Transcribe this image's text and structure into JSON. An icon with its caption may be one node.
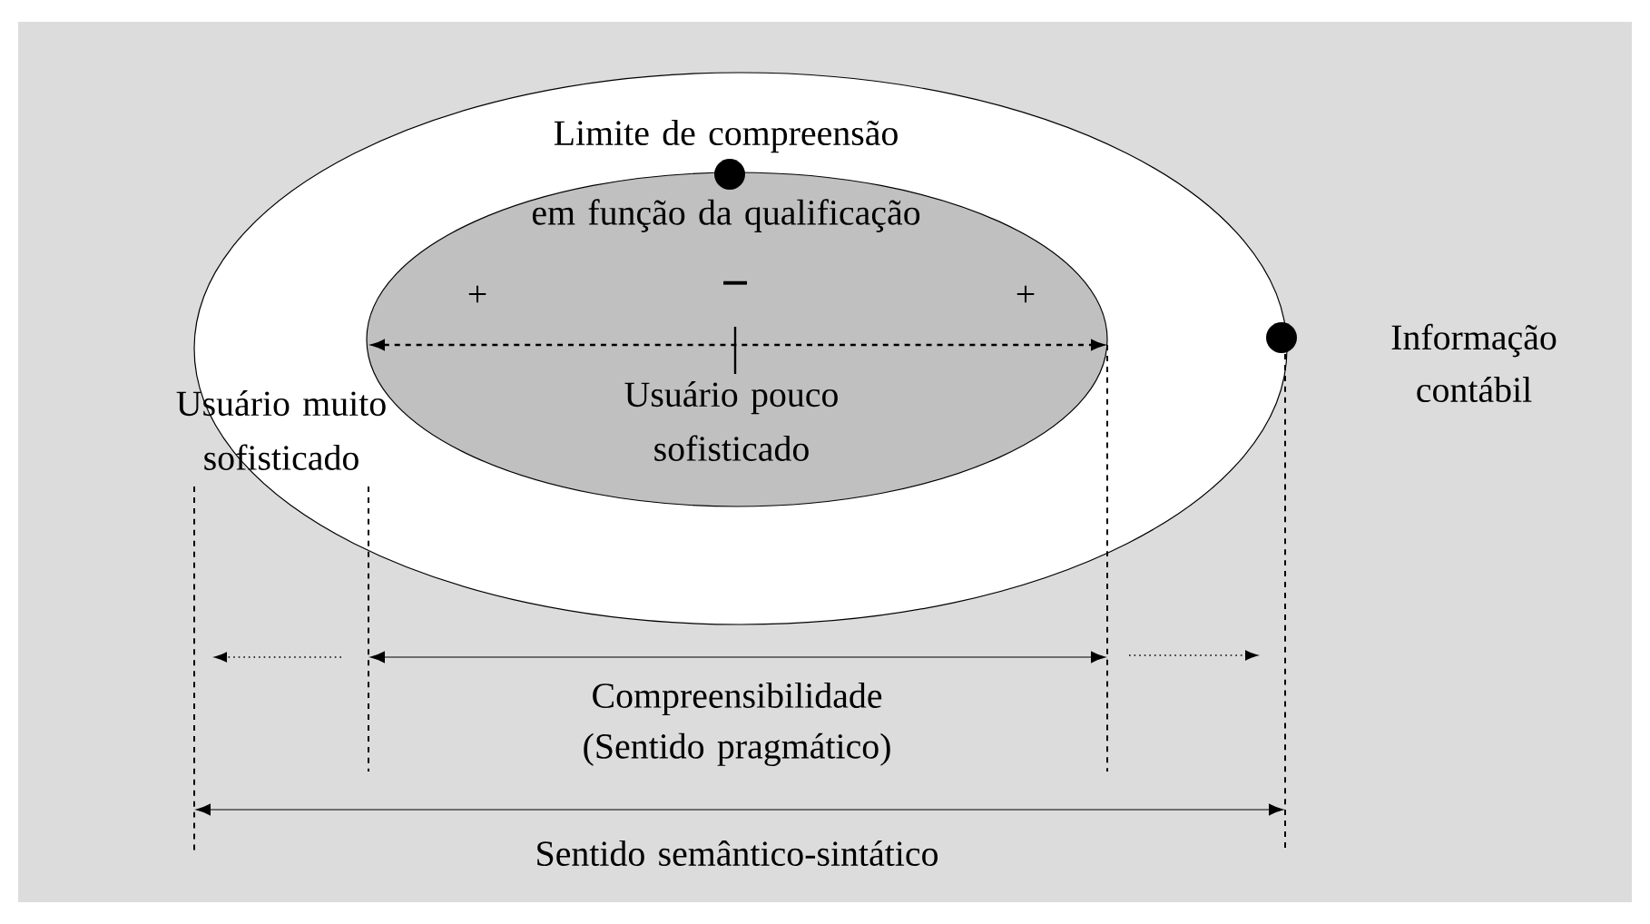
{
  "diagram": {
    "nodes": [
      {
        "text": [
          "Usuário muito sofisticado"
        ]
      },
      {
        "text": [
          "Usuário pouco sofisticado"
        ],
        "in": 0
      }
    ],
    "edges": [],
    "labels": [
      "Limite de compreensão em função da qualificação",
      "+",
      "−",
      "+",
      "Informação contábil",
      "Compreensibilidade (Sentido pragmático)",
      "Sentido semântico-sintático"
    ]
  }
}
